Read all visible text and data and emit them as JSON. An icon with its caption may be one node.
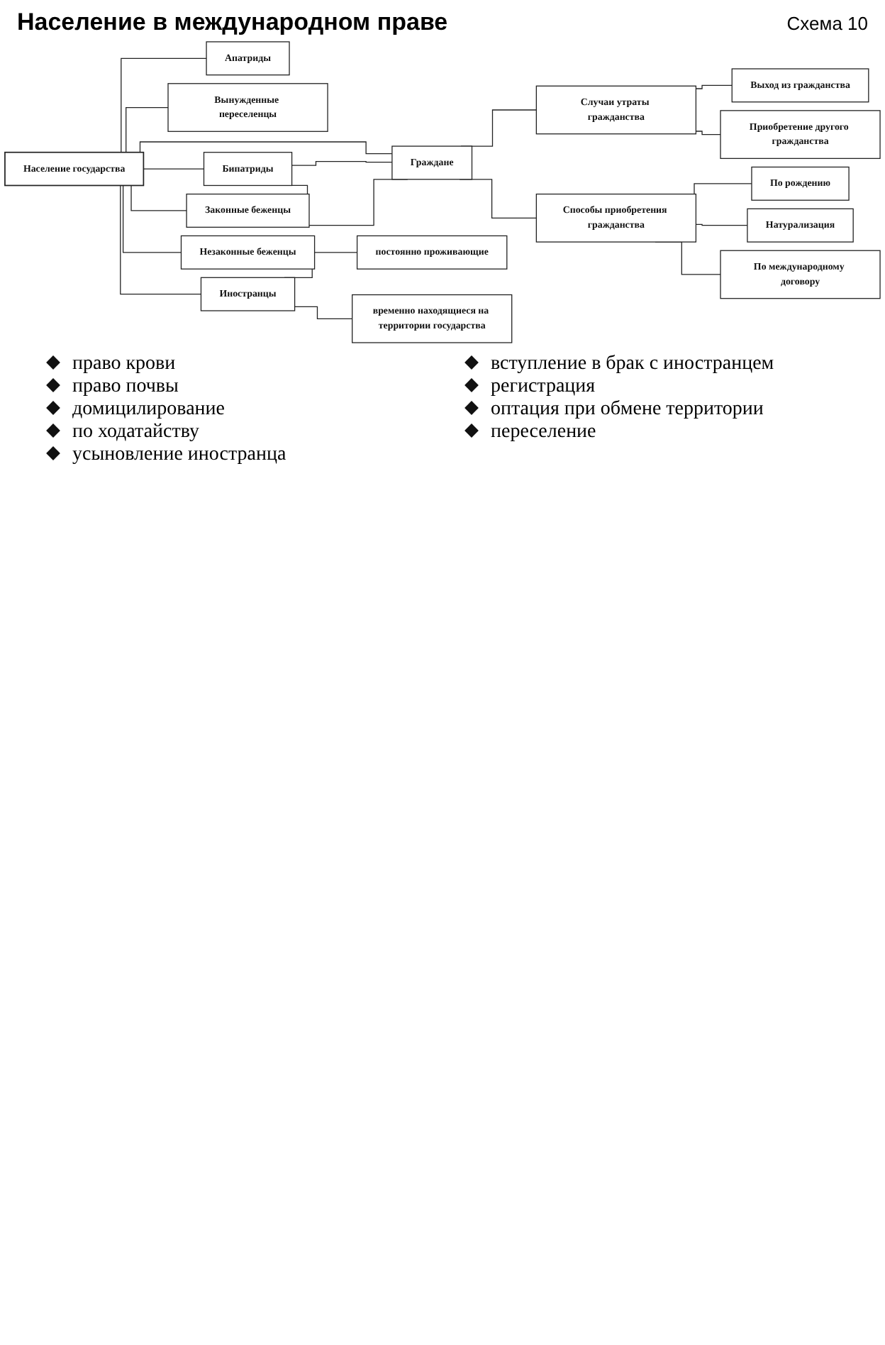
{
  "diagram": {
    "title": "Население в международном праве",
    "nodes": [
      {
        "text": [
          "Население государства"
        ]
      },
      {
        "text": [
          "Апатриды"
        ]
      },
      {
        "text": [
          "Вынужденные переселенцы"
        ]
      },
      {
        "text": [
          "Бипатриды"
        ]
      },
      {
        "text": [
          "Граждане"
        ]
      },
      {
        "text": [
          "Иностранцы"
        ]
      },
      {
        "text": [
          "Законные беженцы"
        ]
      },
      {
        "text": [
          "Незаконные беженцы"
        ]
      },
      {
        "text": [
          "Случаи утраты гражданства"
        ]
      },
      {
        "text": [
          "Выход из гражданства"
        ]
      },
      {
        "text": [
          "Приобретение другого гражданства"
        ]
      },
      {
        "text": [
          "Способы приобретения гражданства"
        ]
      },
      {
        "text": [
          "постоянно проживающие"
        ]
      },
      {
        "text": [
          "временно находящиеся на территории государства"
        ]
      },
      {
        "text": [
          "По рождению"
        ]
      },
      {
        "text": [
          "Натурализация"
        ]
      },
      {
        "text": [
          "По международному договору"
        ]
      }
    ],
    "edges": [
      {
        "from": 0,
        "to": 1,
        "arrow": "none"
      },
      {
        "from": 0,
        "to": 2,
        "arrow": "none"
      },
      {
        "from": 0,
        "to": 3,
        "arrow": "none"
      },
      {
        "from": 0,
        "to": 4,
        "arrow": "none"
      },
      {
        "from": 0,
        "to": 5,
        "arrow": "none"
      },
      {
        "from": 0,
        "to": 6,
        "arrow": "none"
      },
      {
        "from": 0,
        "to": 7,
        "arrow": "none"
      },
      {
        "from": 3,
        "to": 4,
        "arrow": "none"
      },
      {
        "from": 3,
        "to": 4,
        "arrow": "none"
      },
      {
        "from": 4,
        "to": 8,
        "arrow": "none"
      },
      {
        "from": 8,
        "to": 9,
        "arrow": "none"
      },
      {
        "from": 8,
        "to": 10,
        "arrow": "none"
      },
      {
        "from": 4,
        "to": 11,
        "arrow": "none"
      },
      {
        "from": 5,
        "to": 12,
        "arrow": "none"
      },
      {
        "from": 5,
        "to": 13,
        "arrow": "none"
      },
      {
        "from": 11,
        "to": 14,
        "arrow": "none"
      },
      {
        "from": 11,
        "to": 15,
        "arrow": "none"
      },
      {
        "from": 11,
        "to": 16,
        "arrow": "none"
      }
    ],
    "labels": [
      "Схема 10",
      "право крови",
      "право почвы",
      "домицилирование",
      "по ходатайству",
      "усыновление иностранца",
      "вступление в брак с иностранцем",
      "регистрация",
      "оптация при обмене территории",
      "переселение"
    ]
  }
}
